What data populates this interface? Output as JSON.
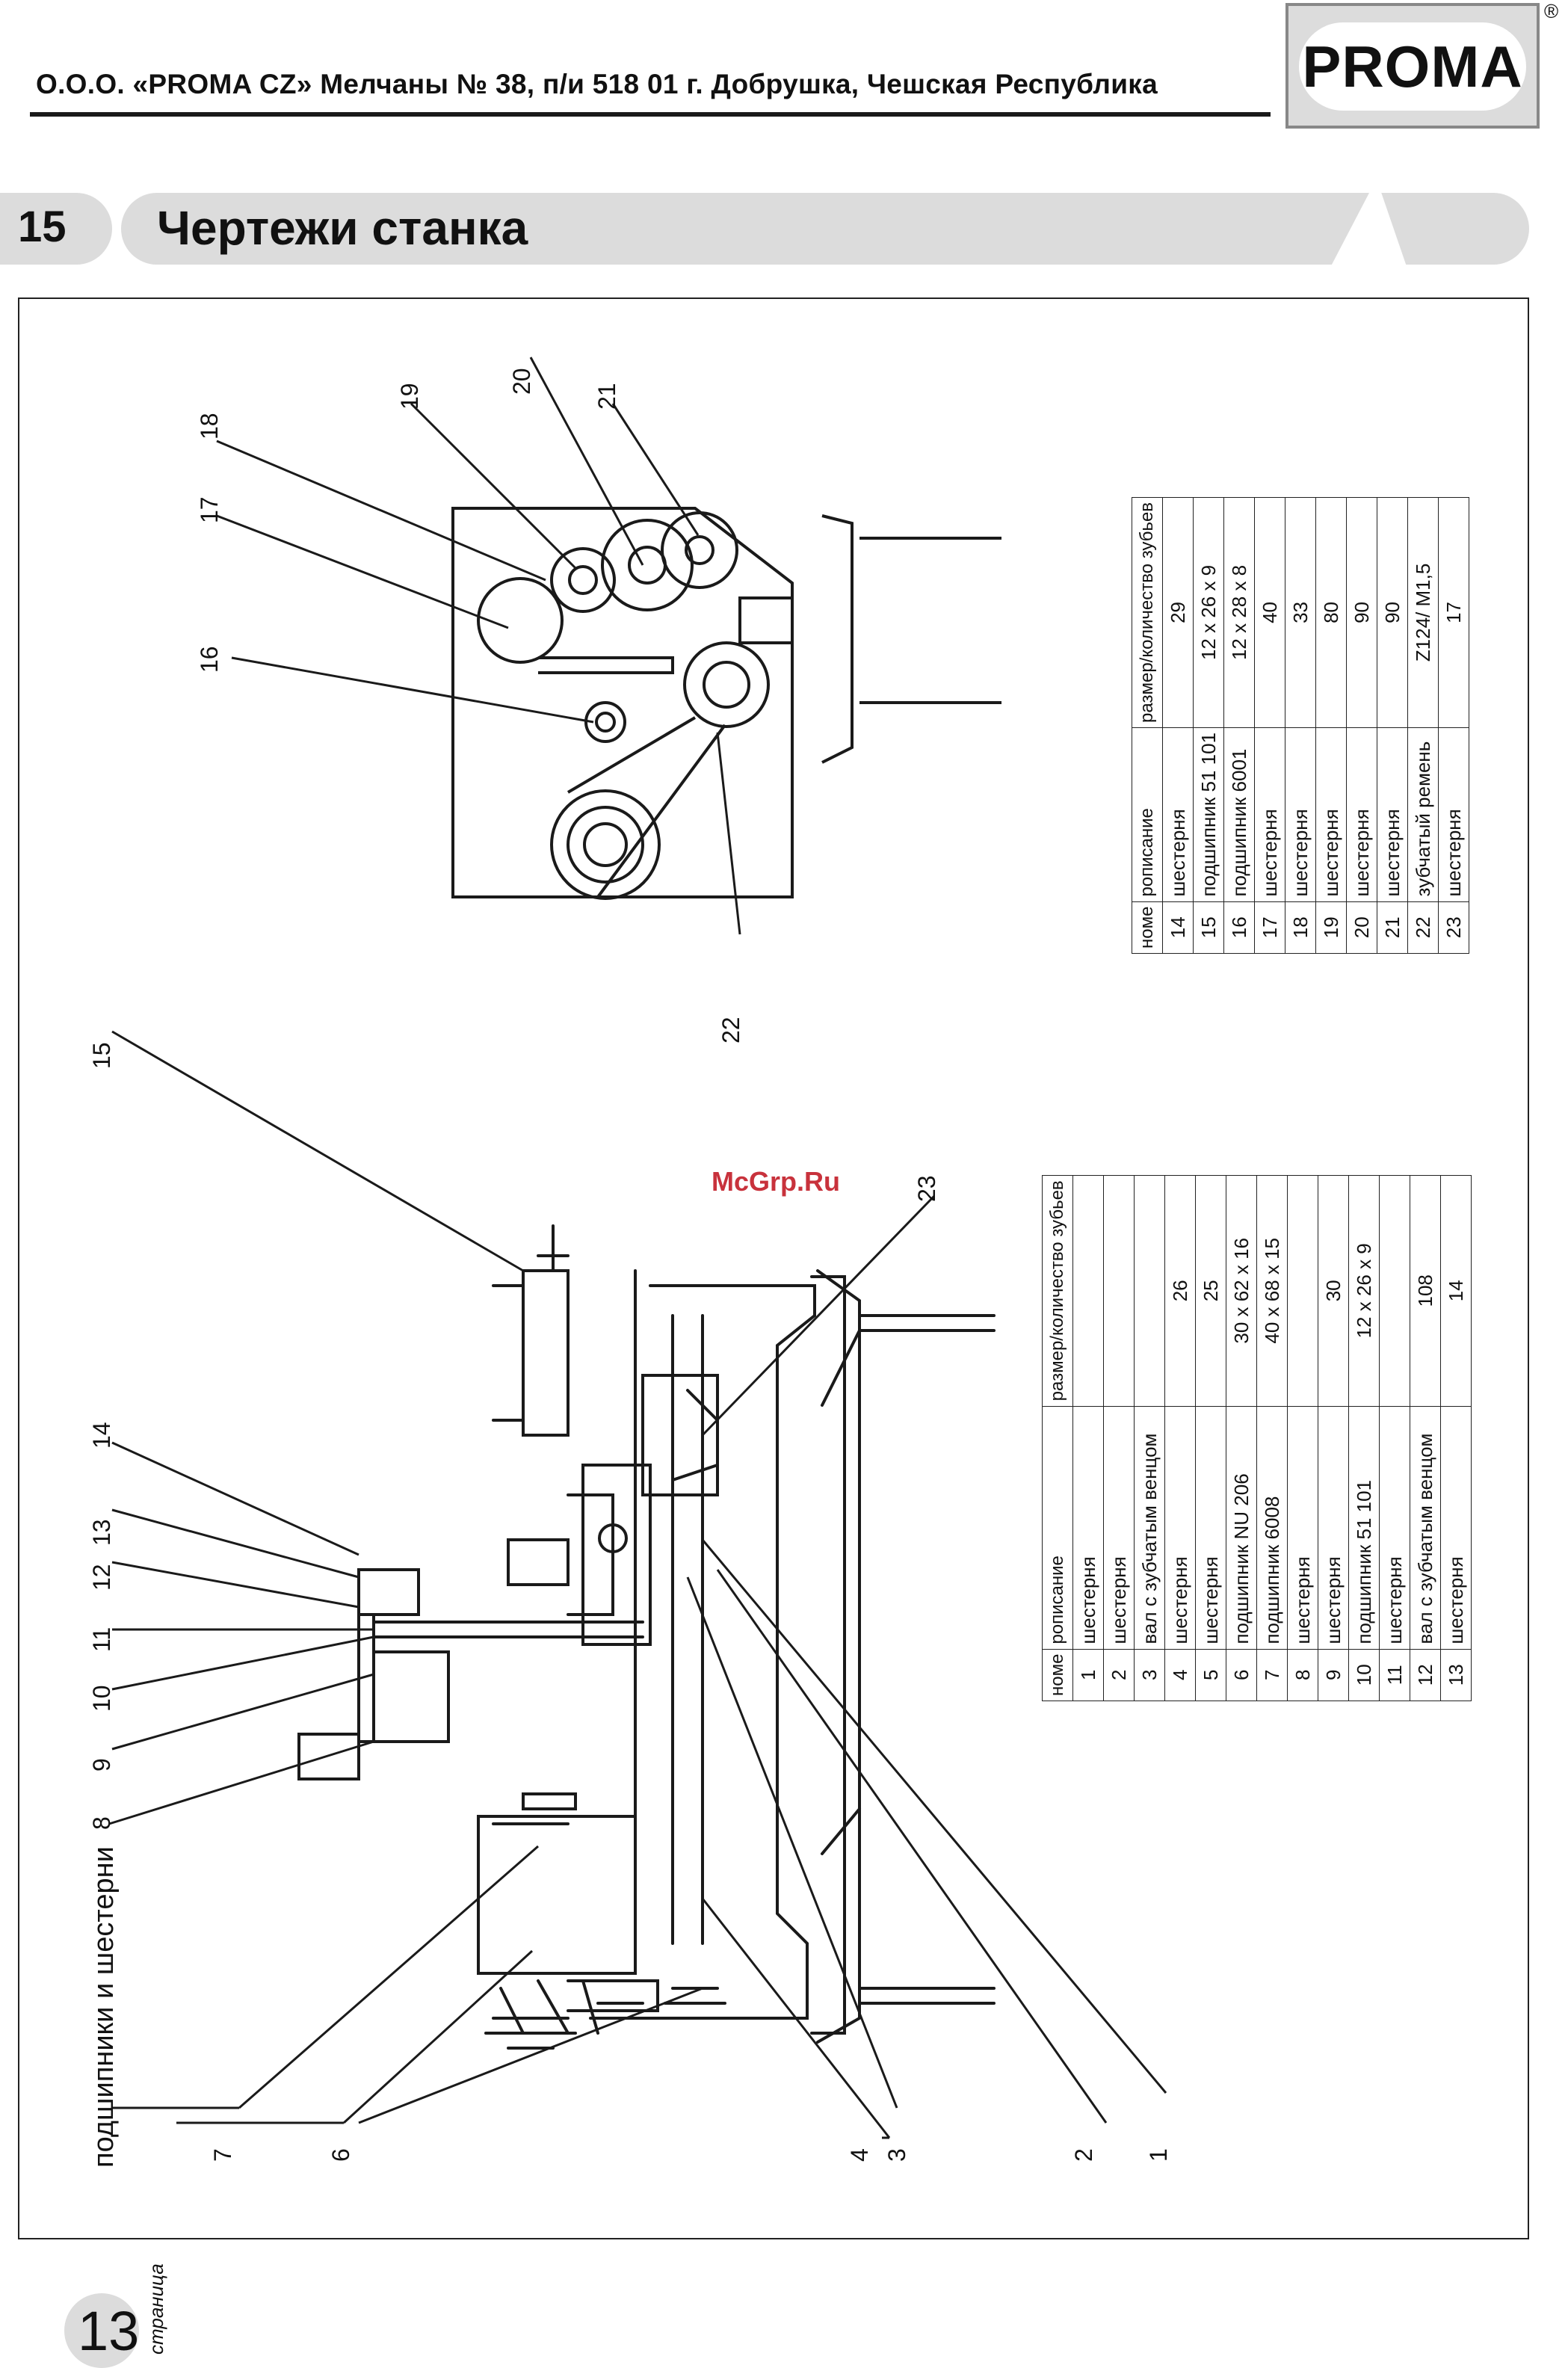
{
  "header": {
    "company_line": "О.О.О. «PROMA CZ» Мелчаны № 38, п/и 518 01 г. Добрушка, Чешская Республика",
    "logo_text": "PROMA",
    "registered_mark": "®"
  },
  "section": {
    "number": "15",
    "title": "Чертежи станка"
  },
  "drawing": {
    "subtitle": "подшипники и шестерни",
    "watermark": "McGrp.Ru",
    "callouts_main": [
      "1",
      "2",
      "3",
      "4",
      "6",
      "7",
      "8",
      "9",
      "10",
      "11",
      "12",
      "13",
      "14",
      "15",
      "23"
    ],
    "callouts_gearbox": [
      "16",
      "17",
      "18",
      "19",
      "20",
      "21",
      "22"
    ]
  },
  "table_left": {
    "headers": {
      "num": "номе",
      "desc": "рописание",
      "size": "размер/количество зубьев"
    },
    "rows": [
      {
        "num": "1",
        "desc": "шестерня",
        "size": ""
      },
      {
        "num": "2",
        "desc": "шестерня",
        "size": ""
      },
      {
        "num": "3",
        "desc": "вал с зубчатым венцом",
        "size": ""
      },
      {
        "num": "4",
        "desc": "шестерня",
        "size": "26"
      },
      {
        "num": "5",
        "desc": "шестерня",
        "size": "25"
      },
      {
        "num": "6",
        "desc": "подшипник NU 206",
        "size": "30 x 62 x 16"
      },
      {
        "num": "7",
        "desc": "подшипник 6008",
        "size": "40 x 68 x 15"
      },
      {
        "num": "8",
        "desc": "шестерня",
        "size": ""
      },
      {
        "num": "9",
        "desc": "шестерня",
        "size": "30"
      },
      {
        "num": "10",
        "desc": "подшипник 51 101",
        "size": "12 x 26 x 9"
      },
      {
        "num": "11",
        "desc": "шестерня",
        "size": ""
      },
      {
        "num": "12",
        "desc": "вал с зубчатым венцом",
        "size": "108"
      },
      {
        "num": "13",
        "desc": "шестерня",
        "size": "14"
      }
    ]
  },
  "table_right": {
    "headers": {
      "num": "номе",
      "desc": "рописание",
      "size": "размер/количество зубьев"
    },
    "rows": [
      {
        "num": "14",
        "desc": "шестерня",
        "size": "29"
      },
      {
        "num": "15",
        "desc": "подшипник 51 101",
        "size": "12 x 26 x 9"
      },
      {
        "num": "16",
        "desc": "подшипник 6001",
        "size": "12 x 28 x 8"
      },
      {
        "num": "17",
        "desc": "шестерня",
        "size": "40"
      },
      {
        "num": "18",
        "desc": "шестерня",
        "size": "33"
      },
      {
        "num": "19",
        "desc": "шестерня",
        "size": "80"
      },
      {
        "num": "20",
        "desc": "шестерня",
        "size": "90"
      },
      {
        "num": "21",
        "desc": "шестерня",
        "size": "90"
      },
      {
        "num": "22",
        "desc": "зубчатый ремень",
        "size": "Z124/ M1,5"
      },
      {
        "num": "23",
        "desc": "шестерня",
        "size": "17"
      }
    ]
  },
  "footer": {
    "page_number": "13",
    "page_word": "страница"
  }
}
